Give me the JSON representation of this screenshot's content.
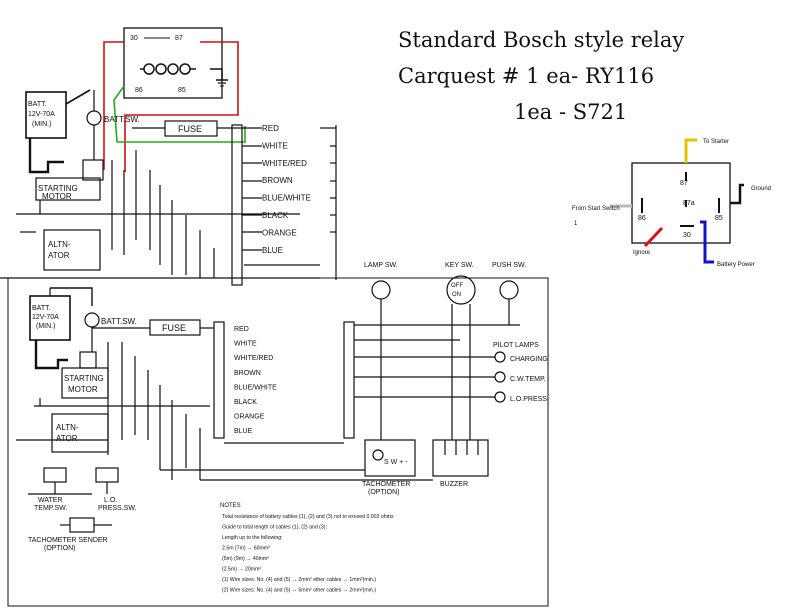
{
  "header": {
    "line1": "Standard Bosch style relay",
    "line2": "Carquest # 1 ea- RY116",
    "line3": "1ea - S721"
  },
  "relay_small": {
    "pin_87": "87",
    "pin_87a": "87a",
    "pin_86": "86",
    "pin_85": "85",
    "pin_30": "30",
    "lbl_starter": "To Starter",
    "lbl_ground": "Ground",
    "lbl_start_switch": "From Start Switch",
    "lbl_ignore": "Ignore",
    "lbl_battery": "Battery Power",
    "color_yellow": "#e6c300",
    "color_red": "#dd1111",
    "color_blue": "#1111cc",
    "color_gray": "#bbbbbb"
  },
  "relay_top": {
    "pin_30": "30",
    "pin_87": "87",
    "pin_86": "86",
    "pin_85": "85",
    "color_red": "#cc1111",
    "color_green": "#22aa22"
  },
  "top_schematic": {
    "batt_line1": "BATT.",
    "batt_line2": "12V-70A",
    "batt_line3": "(MIN.)",
    "batt_sw": "BATT.SW.",
    "fuse": "FUSE",
    "starting_motor1": "STARTING",
    "starting_motor2": "MOTOR",
    "alternator1": "ALTN-",
    "alternator2": "ATOR",
    "wires": [
      "RED",
      "WHITE",
      "WHITE/RED",
      "BROWN",
      "BLUE/WHITE",
      "BLACK",
      "ORANGE",
      "BLUE"
    ]
  },
  "bottom_schematic": {
    "batt_line1": "BATT.",
    "batt_line2": "12V-70A",
    "batt_line3": "(MIN.)",
    "batt_sw": "BATT.SW.",
    "fuse": "FUSE",
    "starting_motor1": "STARTING",
    "starting_motor2": "MOTOR",
    "alternator1": "ALTN-",
    "alternator2": "ATOR",
    "wires": [
      "RED",
      "WHITE",
      "WHITE/RED",
      "BROWN",
      "BLUE/WHITE",
      "BLACK",
      "ORANGE",
      "BLUE"
    ],
    "lamp_sw": "LAMP SW.",
    "key_sw": "KEY SW.",
    "push_sw": "PUSH SW.",
    "key_off": "OFF",
    "key_on": "ON",
    "pilot_lamps": "PILOT LAMPS",
    "charging": "CHARGING",
    "cw_temp": "C.W.TEMP.",
    "lo_press": "L.O.PRESS.",
    "tachometer1": "TACHOMETER",
    "tachometer2": "(OPTION)",
    "buzzer": "BUZZER",
    "water_temp1": "WATER",
    "water_temp2": "TEMP.SW.",
    "lo_press_sw1": "L.O.",
    "lo_press_sw2": "PRESS.SW.",
    "tach_sender1": "TACHOMETER SENDER",
    "tach_sender2": "(OPTION)",
    "tach_terminals": "S W + -"
  },
  "notes": {
    "title": "NOTES",
    "lines": [
      "Total resistance of battery cables (1), (2) and (3) not to exceed 0.002 ohms",
      "Guide to total length of cables (1), (2) and (3):",
      "Length up to the following:",
      "2.5m (7m) → 60mm²",
      "(5m) (9m) → 40mm²",
      "(2.5m) → 20mm²",
      "(1) Wire sizes: No. (4) and (5) → 2mm²  other cables → 1mm²(min.)",
      "(2) Wire sizes: No. (4) and (5) → 5mm²  other cables → 2mm²(min.)"
    ]
  }
}
